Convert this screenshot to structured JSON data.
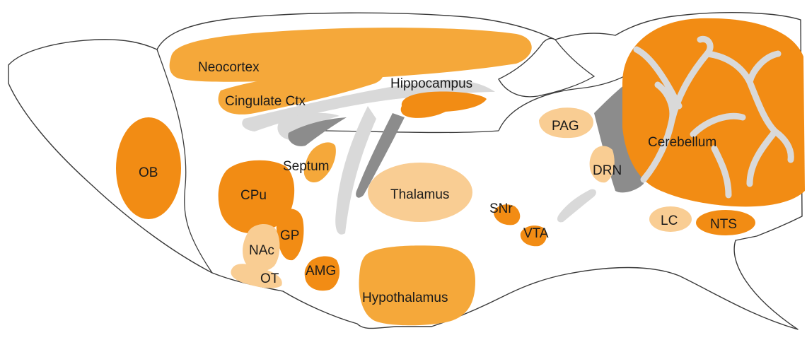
{
  "colors": {
    "dark_orange": "#f28c14",
    "mid_orange": "#f5a83a",
    "light_orange": "#f9cd93",
    "dark_gray": "#8c8c8c",
    "light_gray": "#d9d9d9"
  },
  "labels": {
    "neocortex": "Neocortex",
    "cingulate": "Cingulate Ctx",
    "hippocampus": "Hippocampus",
    "ob": "OB",
    "septum": "Septum",
    "cpu": "CPu",
    "gp": "GP",
    "nac": "NAc",
    "ot": "OT",
    "amg": "AMG",
    "thalamus": "Thalamus",
    "hypothalamus": "Hypothalamus",
    "snr": "SNr",
    "vta": "VTA",
    "pag": "PAG",
    "drn": "DRN",
    "cerebellum": "Cerebellum",
    "lc": "LC",
    "nts": "NTS"
  }
}
